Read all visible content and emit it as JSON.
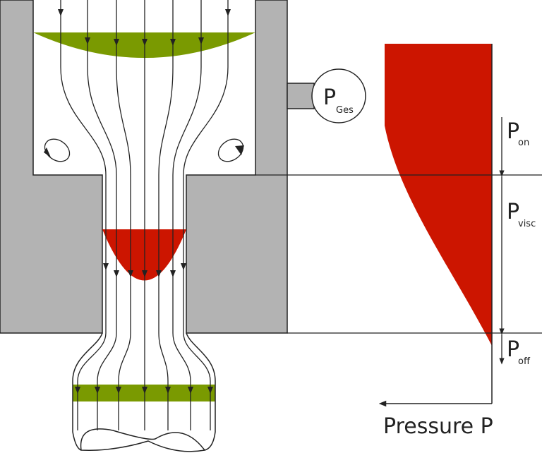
{
  "colors": {
    "wall": "#b3b3b3",
    "outline": "#222222",
    "green_profile": "#7a9a01",
    "red_profile": "#cc1500",
    "background": "#ffffff"
  },
  "labels": {
    "gauge": {
      "main": "P",
      "sub": "Ges"
    },
    "p_on": {
      "main": "P",
      "sub": "on"
    },
    "p_visc": {
      "main": "P",
      "sub": "visc"
    },
    "p_off": {
      "main": "P",
      "sub": "off"
    },
    "axis": "Pressure P"
  },
  "icons": [
    "recirculation-vortex-icon",
    "pressure-gauge-icon",
    "arrow-down-icon",
    "arrow-left-icon"
  ]
}
